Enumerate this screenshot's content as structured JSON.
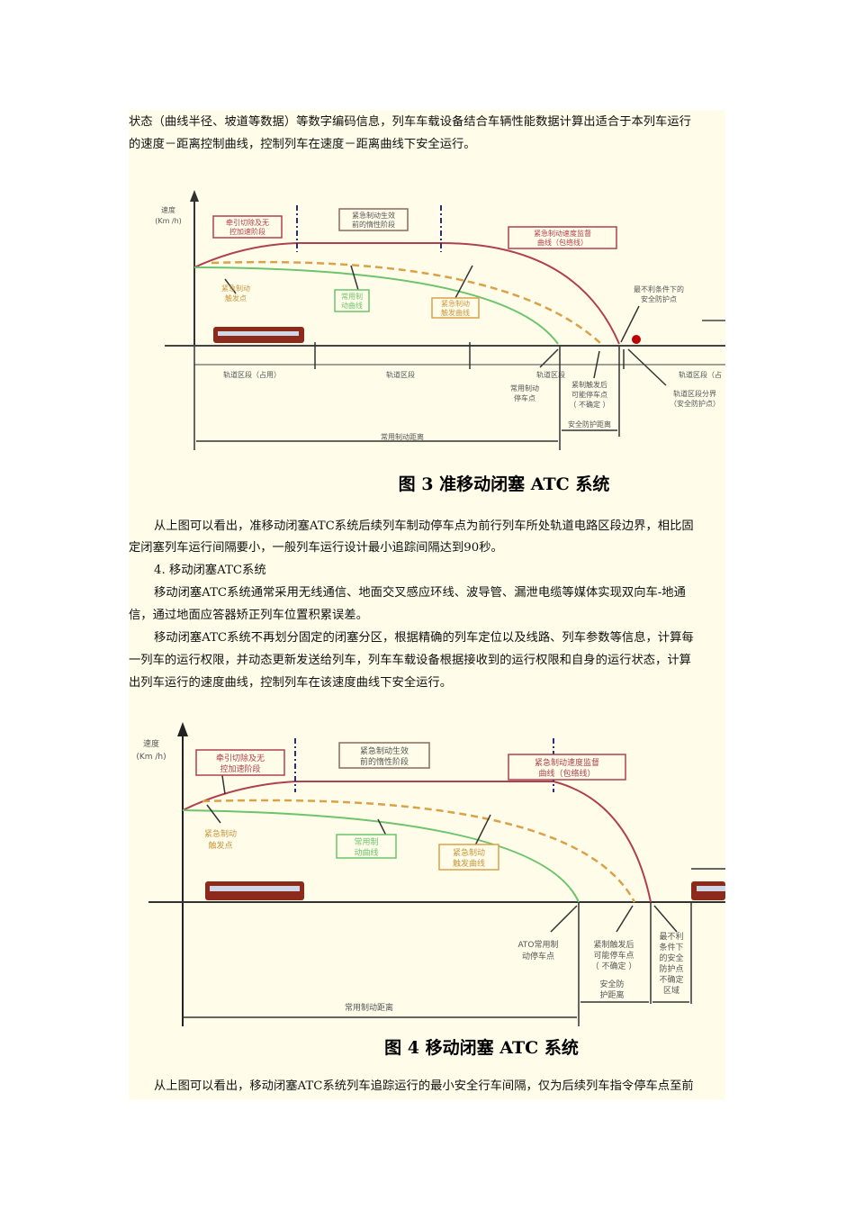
{
  "paragraphs": {
    "p1": [
      "状态（曲线半径、坡道等数据）等数字编码信息，列车车载设备结合车辆性能数据计算出适合于本列车运行",
      "的速度－距离控制曲线，控制列车在速度－距离曲线下安全运行。"
    ],
    "p2": [
      "从上图可以看出，准移动闭塞ATC系统后续列车制动停车点为前行列车所处轨道电路区段边界，相比固",
      "定闭塞列车运行间隔要小，一般列车运行设计最小追踪间隔达到90秒。"
    ],
    "h4": "4.  移动闭塞ATC系统",
    "p3": [
      "移动闭塞ATC系统通常采用无线通信、地面交叉感应环线、波导管、漏泄电缆等媒体实现双向车-地通",
      "信，通过地面应答器矫正列车位置积累误差。"
    ],
    "p4": [
      "移动闭塞ATC系统不再划分固定的闭塞分区，根据精确的列车定位以及线路、列车参数等信息，计算每",
      "一列车的运行权限，并动态更新发送给列车，列车车载设备根据接收到的运行权限和自身的运行状态，计算",
      "出列车运行的速度曲线，控制列车在该速度曲线下安全运行。"
    ],
    "p5": "从上图可以看出，移动闭塞ATC系统列车追踪运行的最小安全行车间隔，仅为后续列车指令停车点至前"
  },
  "fig3": {
    "caption": "图 3   准移动闭塞 ATC 系统",
    "ylabel": [
      "速度",
      "(Km /h)"
    ],
    "box_traction": [
      "牵引切除及无",
      "控加速阶段"
    ],
    "box_inertia": [
      "紧急制动生效",
      "前的惰性阶段"
    ],
    "box_envelope": [
      "紧急制动速度监督",
      "曲线（包络线）"
    ],
    "box_service": [
      "常用制",
      "动曲线"
    ],
    "box_trigger": [
      "紧急制动",
      "触发曲线"
    ],
    "trigger_point": [
      "紧急制动",
      "触发点"
    ],
    "worst_point": [
      "最不利条件下的",
      "安全防护点"
    ],
    "track1": "轨道区段（占用）",
    "track2": "轨道区段",
    "track3": "轨道区段",
    "track4": "轨道区段（占",
    "service_stop": [
      "常用制动",
      "停车点"
    ],
    "possible_stop": [
      "紧制触发后",
      "可能停车点",
      "（ 不确定 ）"
    ],
    "boundary": [
      "轨道区段分界",
      "（安全防护点）"
    ],
    "safety_dist": "安全防护距离",
    "brake_dist": "常用制动距离"
  },
  "fig4": {
    "caption": "图 4   移动闭塞 ATC 系统",
    "ylabel": [
      "速度",
      "(Km /h)"
    ],
    "box_traction": [
      "牵引切除及无",
      "控加速阶段"
    ],
    "box_inertia": [
      "紧急制动生效",
      "前的惰性阶段"
    ],
    "box_envelope": [
      "紧急制动速度监督",
      "曲线（包络线）"
    ],
    "box_service": [
      "常用制",
      "动曲线"
    ],
    "box_trigger": [
      "紧急制动",
      "触发曲线"
    ],
    "trigger_point": [
      "紧急制动",
      "触发点"
    ],
    "ato_stop": [
      "ATO常用制",
      "动停车点"
    ],
    "possible_stop": [
      "紧制触发后",
      "可能停车点",
      "（ 不确定 ）"
    ],
    "safety_dist": [
      "安全防",
      "护距离"
    ],
    "worst": [
      "最不利",
      "条件下",
      "的安全",
      "防护点",
      "不确定",
      "区域"
    ],
    "brake_dist": "常用制动距离"
  },
  "colors": {
    "red": "#b0404f",
    "orange": "#d9a24a",
    "green": "#6cc46c",
    "blue": "#2a2f7a",
    "bg": "#fffde9"
  }
}
